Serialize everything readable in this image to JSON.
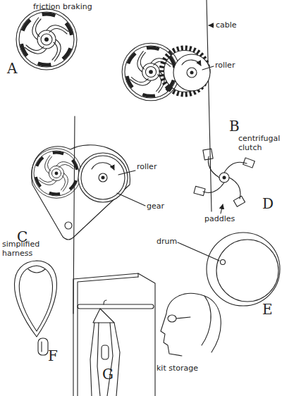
{
  "diagram": {
    "labels": [
      "friction braking",
      "A",
      "cable",
      "roller",
      "B",
      "roller",
      "gear",
      "C",
      "centrifugal clutch",
      "D",
      "paddles",
      "drum",
      "E",
      "simplified harness",
      "F",
      "G",
      "kit storage"
    ]
  }
}
